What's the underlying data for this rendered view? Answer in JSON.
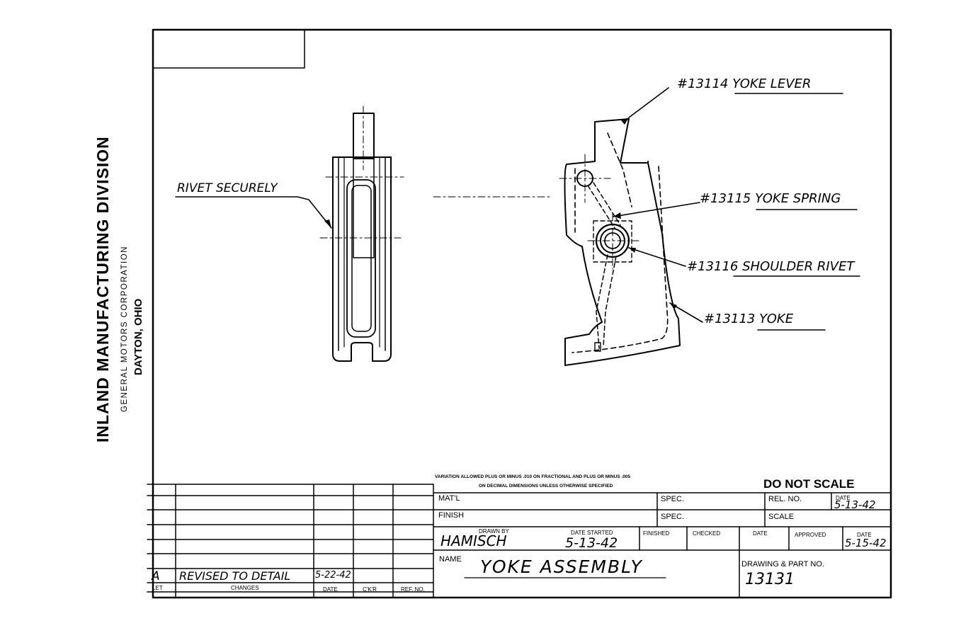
{
  "company": {
    "name": "INLAND MANUFACTURING DIVISION",
    "parent": "GENERAL MOTORS CORPORATION",
    "location": "DAYTON, OHIO"
  },
  "callouts": {
    "rivet": "RIVET SECURELY",
    "yoke_lever": "#13114  YOKE LEVER",
    "yoke_spring": "#13115  YOKE SPRING",
    "shoulder_rivet": "#13116  SHOULDER RIVET",
    "yoke": "#13113  YOKE"
  },
  "notes": {
    "tolerance_line1": "VARIATION ALLOWED PLUS OR MINUS .010 ON FRACTIONAL AND PLUS OR MINUS .005",
    "tolerance_line2": "ON DECIMAL DIMENSIONS UNLESS OTHERWISE SPECIFIED",
    "do_not_scale": "DO NOT SCALE"
  },
  "title_block": {
    "matl_label": "MAT'L",
    "spec_label": "SPEC.",
    "rel_no_label": "REL. NO.",
    "date_label": "DATE",
    "date_value": "5-13-42",
    "finish_label": "FINISH",
    "spec2_label": "SPEC.",
    "scale_label": "SCALE",
    "drawn_by_label": "DRAWN BY",
    "drawn_by_value": "HAMISCH",
    "date_started_label": "DATE STARTED",
    "date_started_value": "5-13-42",
    "finished_label": "FINISHED",
    "checked_label": "CHECKED",
    "date2_label": "DATE",
    "approved_label": "APPROVED",
    "date3_label": "DATE",
    "date3_value": "5-15-42",
    "name_label": "NAME",
    "name_value": "YOKE ASSEMBLY",
    "part_no_label": "DRAWING & PART NO.",
    "part_no_value": "13131"
  },
  "revisions": {
    "headers": [
      "LET",
      "CHANGES",
      "DATE",
      "C'K'R",
      "REF. NO."
    ],
    "rows": [
      {
        "let": "A",
        "changes": "REVISED TO DETAIL",
        "date": "5-22-42",
        "ckr": "",
        "ref": ""
      }
    ]
  }
}
